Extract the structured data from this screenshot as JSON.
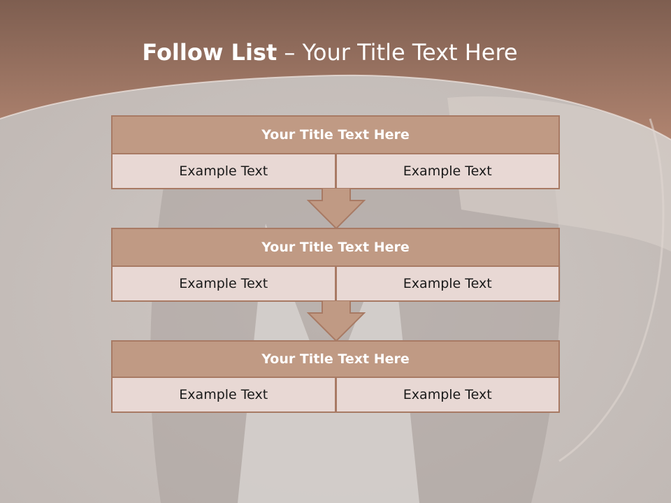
{
  "slide": {
    "title_bold": "Follow List",
    "title_rest": " – Your Title Text Here"
  },
  "steps": [
    {
      "title": "Your Title Text Here",
      "left": "Example Text",
      "right": "Example Text"
    },
    {
      "title": "Your Title Text Here",
      "left": "Example Text",
      "right": "Example Text"
    },
    {
      "title": "Your Title Text Here",
      "left": "Example Text",
      "right": "Example Text"
    }
  ],
  "colors": {
    "header_band": "#a88270",
    "box_header": "#c09a84",
    "box_cell": "#e8d8d4",
    "arrow_fill": "#c09a84"
  }
}
